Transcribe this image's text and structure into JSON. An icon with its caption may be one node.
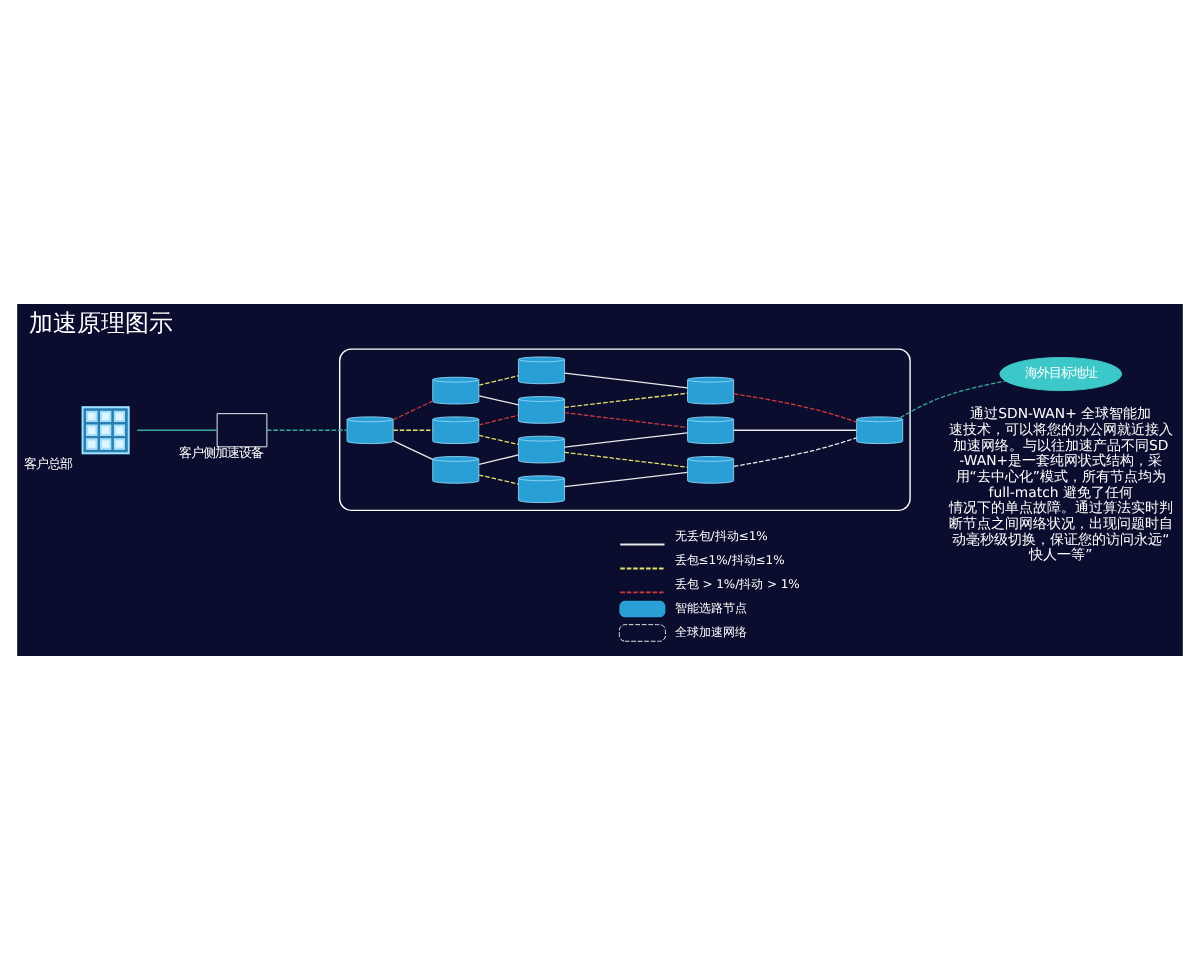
{
  "diagram": {
    "title": "加速原理图示",
    "nodes": [
      {
        "text": [],
        "shape": "cloud"
      },
      {
        "text": [],
        "shape": "cylinder",
        "in": 0
      },
      {
        "text": [],
        "shape": "cylinder",
        "in": 0
      },
      {
        "text": [],
        "shape": "cylinder",
        "in": 0
      },
      {
        "text": [],
        "shape": "cylinder",
        "in": 0
      },
      {
        "text": [],
        "shape": "cylinder",
        "in": 0
      },
      {
        "text": [],
        "shape": "cylinder",
        "in": 0
      },
      {
        "text": [],
        "shape": "cylinder",
        "in": 0
      },
      {
        "text": [],
        "shape": "cylinder",
        "in": 0
      },
      {
        "text": [],
        "shape": "cylinder",
        "in": 0
      },
      {
        "text": [],
        "shape": "cylinder",
        "in": 0
      },
      {
        "text": [],
        "shape": "cylinder",
        "in": 0
      },
      {
        "text": [],
        "shape": "cylinder",
        "in": 0
      },
      {
        "text": [
          "海外目标地址"
        ]
      },
      {
        "text": [],
        "shape": "box",
        "beside": [
          "客户侧加速设备"
        ]
      },
      {
        "text": [],
        "shape": "picture",
        "beside": [
          "客户总部"
        ]
      }
    ],
    "edges": [
      {
        "from": 1,
        "to": 2,
        "arrow": "none",
        "style": "dashed",
        "color": "#d03a3a"
      },
      {
        "from": 1,
        "to": 3,
        "arrow": "none",
        "style": "dashed",
        "color": "#e6df6a"
      },
      {
        "from": 1,
        "to": 4,
        "arrow": "none"
      },
      {
        "from": 2,
        "to": 5,
        "arrow": "none",
        "style": "dashed",
        "color": "#e6df6a"
      },
      {
        "from": 2,
        "to": 6,
        "arrow": "none"
      },
      {
        "from": 3,
        "to": 6,
        "arrow": "none",
        "style": "dashed",
        "color": "#d03a3a"
      },
      {
        "from": 3,
        "to": 7,
        "arrow": "none",
        "style": "dashed",
        "color": "#e6df6a"
      },
      {
        "from": 4,
        "to": 7,
        "arrow": "none"
      },
      {
        "from": 4,
        "to": 8,
        "arrow": "none",
        "style": "dashed",
        "color": "#e6df6a"
      },
      {
        "from": 5,
        "to": 9,
        "arrow": "none"
      },
      {
        "from": 6,
        "to": 9,
        "arrow": "none",
        "style": "dashed",
        "color": "#e6df6a"
      },
      {
        "from": 6,
        "to": 10,
        "arrow": "none",
        "style": "dashed",
        "color": "#d03a3a"
      },
      {
        "from": 7,
        "to": 10,
        "arrow": "none"
      },
      {
        "from": 7,
        "to": 11,
        "arrow": "none",
        "style": "dashed",
        "color": "#e6df6a"
      },
      {
        "from": 8,
        "to": 11,
        "arrow": "none"
      },
      {
        "from": 9,
        "to": 12,
        "arrow": "none",
        "style": "dashed",
        "color": "#d03a3a"
      },
      {
        "from": 10,
        "to": 12,
        "arrow": "none"
      },
      {
        "from": 11,
        "to": 12,
        "arrow": "none",
        "style": "dashed"
      },
      {
        "from": 12,
        "to": 13,
        "arrow": "none",
        "style": "dashed",
        "color": "#3aa6a0"
      },
      {
        "from": 14,
        "to": 1,
        "arrow": "none",
        "style": "dashed",
        "color": "#3aa6a0"
      },
      {
        "from": 15,
        "to": 14,
        "arrow": "none",
        "color": "#3aa6a0"
      }
    ],
    "labels": [
      "通过SDN-WAN+ 全球智能加速技术，可以将您的办公网就近接入加速网络。与以往加速产品不同SD-WAN+是一套纯网状式结构，采用“去中心化”模式，所有节点均为full-match 避免了任何情况下的单点故障。通过算法实时判断节点之间网络状况，出现问题时自动毫秒级切换，保证您的访问永远“快人一等”"
    ],
    "legend": [
      {
        "text": "无丢包/抖动≤1%"
      },
      {
        "text": "丢包≤1%/抖动≤1%"
      },
      {
        "text": "丢包 > 1%/抖动 > 1%"
      },
      {
        "text": "智能选路节点"
      },
      {
        "text": "全球加速网络"
      }
    ]
  }
}
